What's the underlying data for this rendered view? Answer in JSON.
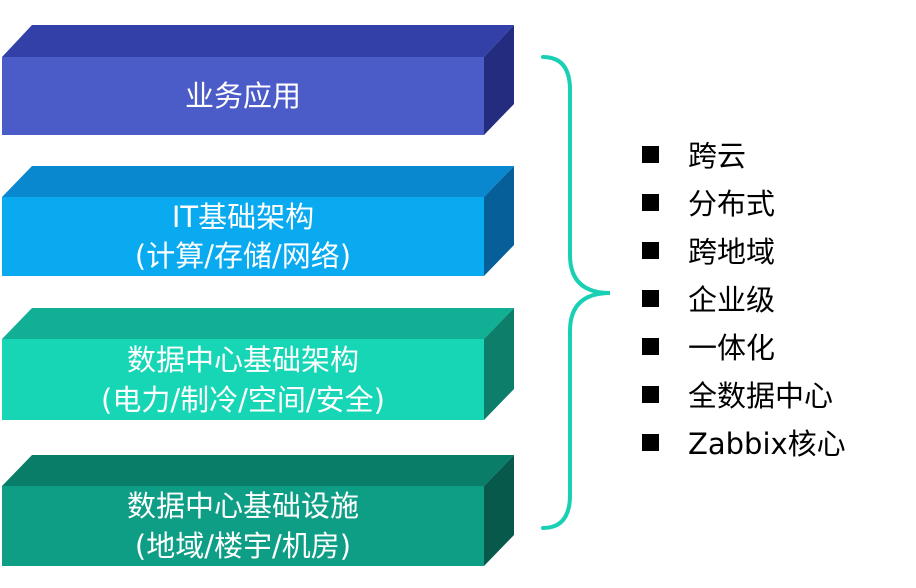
{
  "layers": [
    {
      "lines": [
        "业务应用"
      ],
      "front_color": "#4B5BC8",
      "top_color": "#3340A8",
      "side_color": "#232C7E"
    },
    {
      "lines": [
        "IT基础架构",
        "(计算/存储/网络)"
      ],
      "front_color": "#0AAAF0",
      "top_color": "#0A88CF",
      "side_color": "#075F99"
    },
    {
      "lines": [
        "数据中心基础架构",
        "(电力/制冷/空间/安全)"
      ],
      "front_color": "#17D6B6",
      "top_color": "#11AF93",
      "side_color": "#0C7E6A"
    },
    {
      "lines": [
        "数据中心基础设施",
        "(地域/楼宇/机房)"
      ],
      "front_color": "#0E9D85",
      "top_color": "#0A7D69",
      "side_color": "#075A4B"
    }
  ],
  "brace_color": "#19D0B4",
  "features": [
    "跨云",
    "分布式",
    "跨地域",
    "企业级",
    "一体化",
    "全数据中心",
    "Zabbix核心"
  ]
}
